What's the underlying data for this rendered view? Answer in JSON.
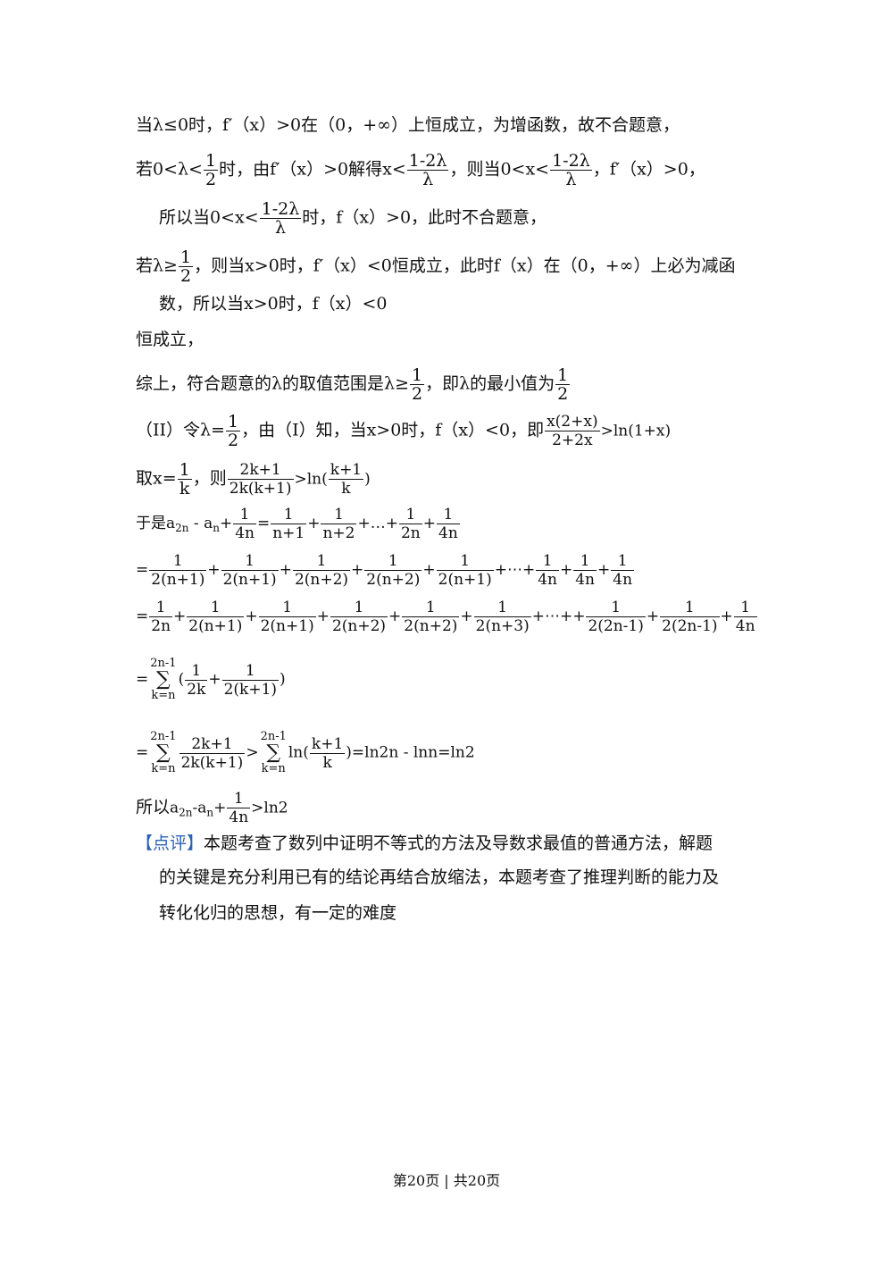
{
  "l01": "当λ≤0时，f′（x）>0在（0，+∞）上恒成立，为增函数，故不合题意，",
  "l02a": "若0<λ<",
  "half": "1",
  "two": "2",
  "l02b": "时，由f′（x）>0解得x<",
  "lam_num": "1-2λ",
  "lam_den": "λ",
  "l02c": "，则当0<x<",
  "l02d": "，f′（x）>0，",
  "l03a": "所以当0<x<",
  "l03b": "时，f（x）>0，此时不合题意，",
  "l04a": "若λ≥",
  "l04b": "，则当x>0时，f′（x）<0恒成立，此时f（x）在（0，+∞）上必为减函",
  "l05": "数，所以当x>0时，f（x）<0",
  "l06": "恒成立，",
  "l07a": "综上，符合题意的λ的取值范围是λ≥",
  "l07b": "，即λ的最小值为",
  "l08a": "（II）令λ=",
  "l08b": "，由（I）知，当x>0时，f（x）<0，即",
  "l08_num": "x(2+x)",
  "l08_den": "2+2x",
  "l08c": ">ln(1+x)",
  "l09a": "取x=",
  "one": "1",
  "k": "k",
  "l09b": "，则",
  "f_2k1_num": "2k+1",
  "f_2k1_den": "2k(k+1)",
  "l09c": ">ln(",
  "f_k1_num": "k+1",
  "paren_close": ")",
  "l10a": "于是a",
  "sub_2n": "2n",
  "minus_a": " - a",
  "sub_n": "n",
  "plus": "+",
  "eq": "=",
  "d_4n": "4n",
  "d_n1": "n+1",
  "d_n2": "n+2",
  "d_2n": "2n",
  "dots": "+…+",
  "d_2n1": "2(n+1)",
  "d_2n2": "2(n+2)",
  "d_2n3": "2(n+3)",
  "d_22n1": "2(2n-1)",
  "cdots": "+⋯+",
  "cdots2": "+⋯++",
  "sum_top": "2n-1",
  "sum_sig": "∑",
  "sum_bot": "k=n",
  "open_paren": "(",
  "d_2k": "2k",
  "d_2k1": "2(k+1)",
  "gt": ">",
  "ln_open": "ln(",
  "l14_end": ")=ln2n - lnn=ln2",
  "l15a": "所以",
  "a": "a",
  "l15_end": ">ln2",
  "review_tag": "【点评】",
  "review1": "本题考查了数列中证明不等式的方法及导数求最值的普通方法，解题",
  "review2": "的关键是充分利用已有的结论再结合放缩法，本题考查了推理判断的能力及",
  "review3": "转化化归的思想，有一定的难度",
  "footer": "第20页 | 共20页"
}
